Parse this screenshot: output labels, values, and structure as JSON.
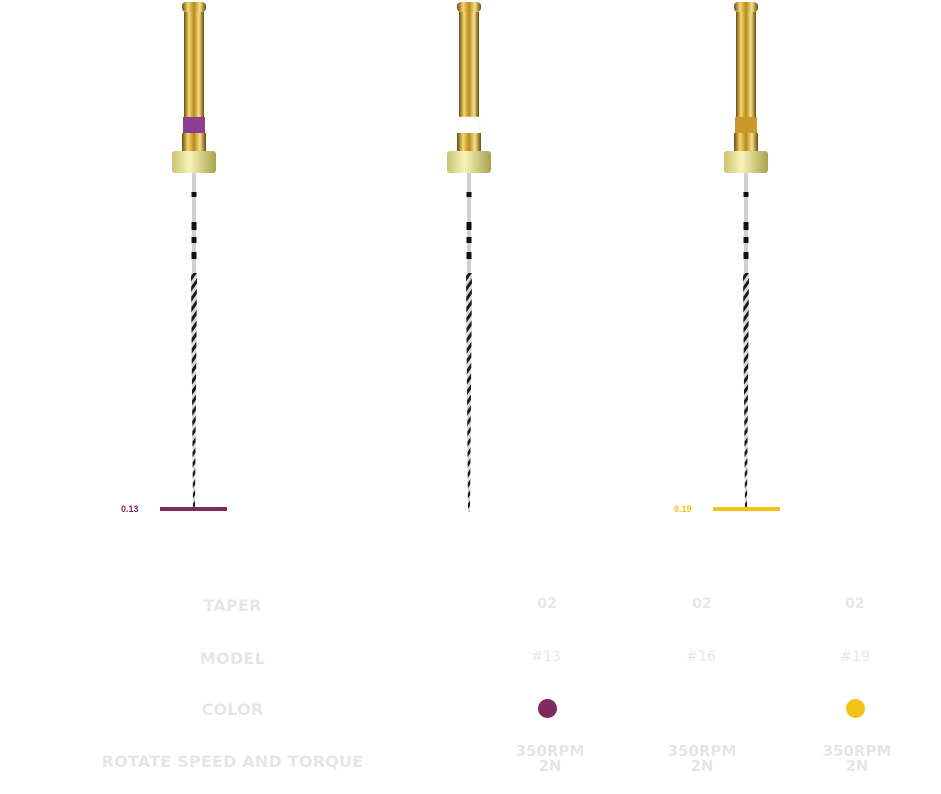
{
  "files": [
    {
      "size_label": "0.13",
      "ring_color": "#8b3f92",
      "label_color": "#7d2a5f"
    },
    {
      "size_label": "",
      "ring_color": "#ffffff",
      "label_color": ""
    },
    {
      "size_label": "0.19",
      "ring_color": "#c79a2b",
      "label_color": "#f5c21a"
    }
  ],
  "spec": {
    "taper_label": "TAPER",
    "model_label": "MODEL",
    "color_label": "COLOR",
    "speed_label": "ROTATE SPEED AND TORQUE",
    "columns": [
      {
        "taper": "02",
        "model": "#13",
        "color": "#7d2a5f",
        "speed": "350RPM",
        "torque": "2N"
      },
      {
        "taper": "02",
        "model": "#16",
        "color": "#ffffff",
        "speed": "350RPM",
        "torque": "2N"
      },
      {
        "taper": "02",
        "model": "#19",
        "color": "#f5c21a",
        "speed": "350RPM",
        "torque": "2N"
      }
    ]
  },
  "colors": {
    "gold": "#c9a227",
    "cap": "#f0eca6",
    "text_faint": "#e6e6e6"
  }
}
